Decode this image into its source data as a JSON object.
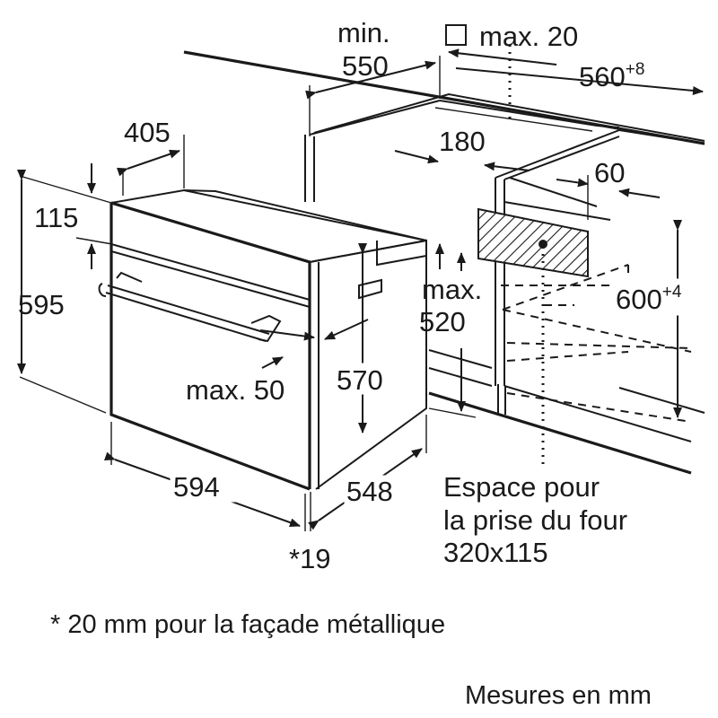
{
  "dimensions": {
    "min_label": "min.",
    "d550": "550",
    "max20": "max. 20",
    "d560": "560",
    "d560_sup": "+8",
    "d405": "405",
    "d180": "180",
    "d60": "60",
    "d115": "115",
    "d595": "595",
    "max_label": "max.",
    "d520": "520",
    "d600": "600",
    "d600_sup": "+4",
    "max50": "max. 50",
    "d570": "570",
    "d594": "594",
    "d548": "548",
    "d19": "*19"
  },
  "notes": {
    "socket_line1": "Espace pour",
    "socket_line2": "la prise du four",
    "socket_line3": "320x115",
    "facade": "* 20 mm pour la façade métallique",
    "units": "Mesures en mm"
  }
}
